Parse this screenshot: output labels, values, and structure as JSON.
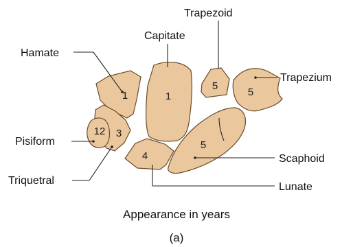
{
  "labels": {
    "trapezoid": "Trapezoid",
    "capitate": "Capitate",
    "hamate": "Hamate",
    "trapezium": "Trapezium",
    "pisiform": "Pisiform",
    "triquetral": "Triquetral",
    "scaphoid": "Scaphoid",
    "lunate": "Lunate"
  },
  "years": {
    "hamate": "1",
    "capitate": "1",
    "trapezoid": "5",
    "trapezium": "5",
    "pisiform": "12",
    "triquetral": "3",
    "lunate": "4",
    "scaphoid": "5"
  },
  "caption": "Appearance in years",
  "sublabel": "(a)",
  "colors": {
    "bone_fill": "#ebc79d",
    "bone_outline": "#6b4a2b"
  }
}
